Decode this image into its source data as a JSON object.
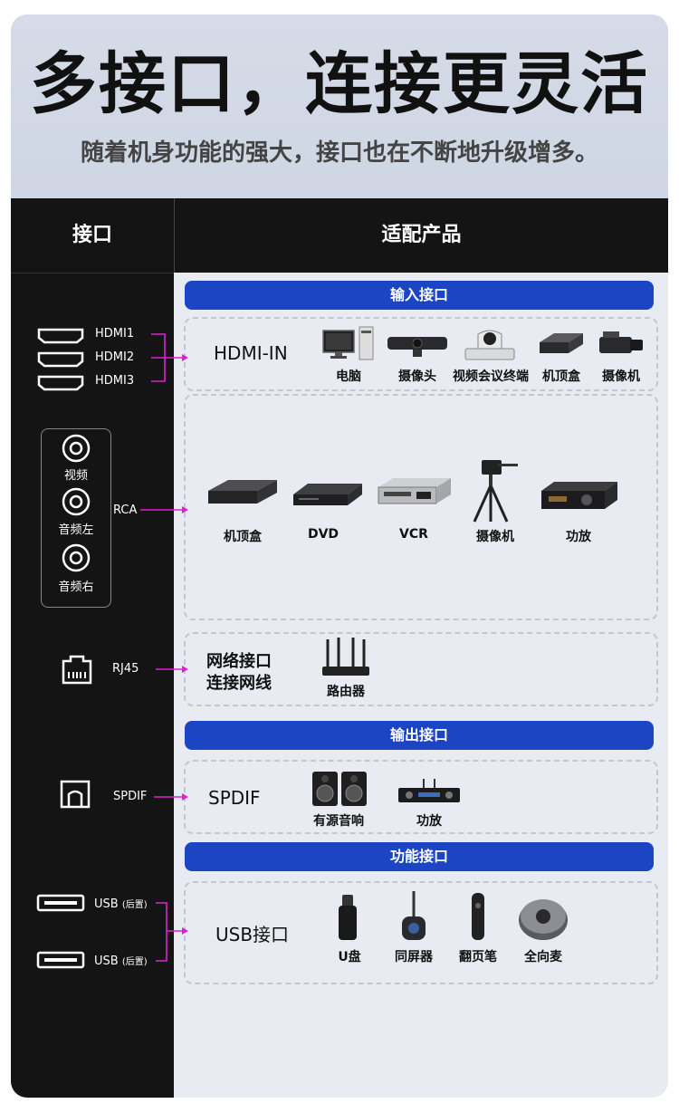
{
  "hero": {
    "title": "多接口，连接更灵活",
    "subtitle": "随着机身功能的强大，接口也在不断地升级增多。"
  },
  "table": {
    "col_interface": "接口",
    "col_products": "适配产品"
  },
  "sections": {
    "input": "输入接口",
    "output": "输出接口",
    "function": "功能接口"
  },
  "ports": {
    "hdmi1": "HDMI1",
    "hdmi2": "HDMI2",
    "hdmi3": "HDMI3",
    "rca": "RCA",
    "rca_video": "视频",
    "rca_audio_left": "音频左",
    "rca_audio_right": "音频右",
    "rj45": "RJ45",
    "spdif": "SPDIF",
    "usb1": "USB",
    "usb1_note": "(后置)",
    "usb2": "USB",
    "usb2_note": "(后置)"
  },
  "groups": {
    "hdmi": {
      "label": "HDMI-IN",
      "items": [
        "电脑",
        "摄像头",
        "视频会议终端",
        "机顶盒",
        "摄像机"
      ]
    },
    "rca": {
      "items": [
        "机顶盒",
        "DVD",
        "VCR",
        "摄像机",
        "功放"
      ]
    },
    "rj45": {
      "label_line1": "网络接口",
      "label_line2": "连接网线",
      "items": [
        "路由器"
      ]
    },
    "spdif": {
      "label": "SPDIF",
      "items": [
        "有源音响",
        "功放"
      ]
    },
    "usb": {
      "label": "USB接口",
      "items": [
        "U盘",
        "同屏器",
        "翻页笔",
        "全向麦"
      ]
    }
  },
  "colors": {
    "accent_blue": "#1c45c4",
    "connector_magenta": "#e020d0",
    "dark_panel": "#141414"
  }
}
